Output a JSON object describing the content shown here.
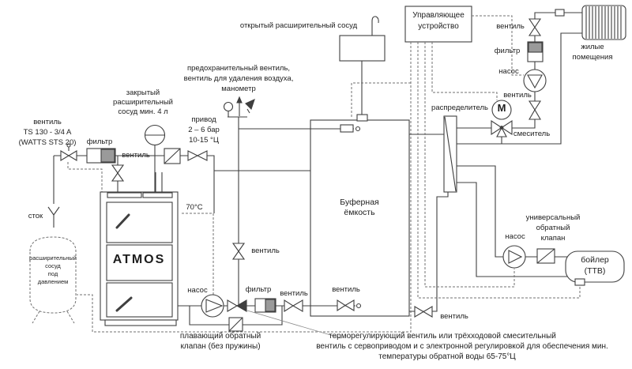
{
  "diagram": {
    "title_context": "ATMOS boiler piping scheme",
    "labels": {
      "valve": "вентиль",
      "filter": "фильтр",
      "pump": "насос"
    },
    "annotations": {
      "open_vessel": "открытый расширительный сосуд",
      "control_unit_l1": "Управляющее",
      "control_unit_l2": "устройство",
      "safety_l1": "предохранительный вентиль,",
      "safety_l2": "вентиль для удаления воздуха,",
      "safety_l3": "манометр",
      "closed_vessel_l1": "закрытый",
      "closed_vessel_l2": "расширительный",
      "closed_vessel_l3": "сосуд мин. 4 л",
      "actuator_l1": "привод",
      "actuator_l2": "2 – 6 бар",
      "actuator_l3": "10-15 °Ц",
      "ts_valve_l1": "вентиль",
      "ts_valve_l2": "TS 130 - 3/4 A",
      "ts_valve_l3": "(WATTS STS 20)",
      "drain": "сток",
      "pressure_vessel_l1": "расширительный",
      "pressure_vessel_l2": "сосуд",
      "pressure_vessel_l3": "под",
      "pressure_vessel_l4": "давлением",
      "boiler_brand": "ATMOS",
      "temp_70": "70°C",
      "buffer_l1": "Буферная",
      "buffer_l2": "ёмкость",
      "distributor": "распределитель",
      "motor": "M",
      "mixer": "смеситель",
      "living_l1": "жилые",
      "living_l2": "помещения",
      "check_universal_l1": "универсальный",
      "check_universal_l2": "обратный",
      "check_universal_l3": "клапан",
      "dhw_l1": "бойлер",
      "dhw_l2": "(ТТВ)",
      "float_check_l1": "плавающий обратный",
      "float_check_l2": "клапан (без пружины)",
      "note_l1": "терморегулирующий вентиль или трёхходовой смесительный",
      "note_l2": "вентиль с сервоприводом и с электронной регулировкой для обеспечения мин.",
      "note_l3": "температуры обратной воды 65-75°Ц"
    },
    "colors": {
      "line": "#3f3f3f",
      "wire": "#707070",
      "filter_fill": "#9a9a9a",
      "background": "#ffffff"
    }
  }
}
